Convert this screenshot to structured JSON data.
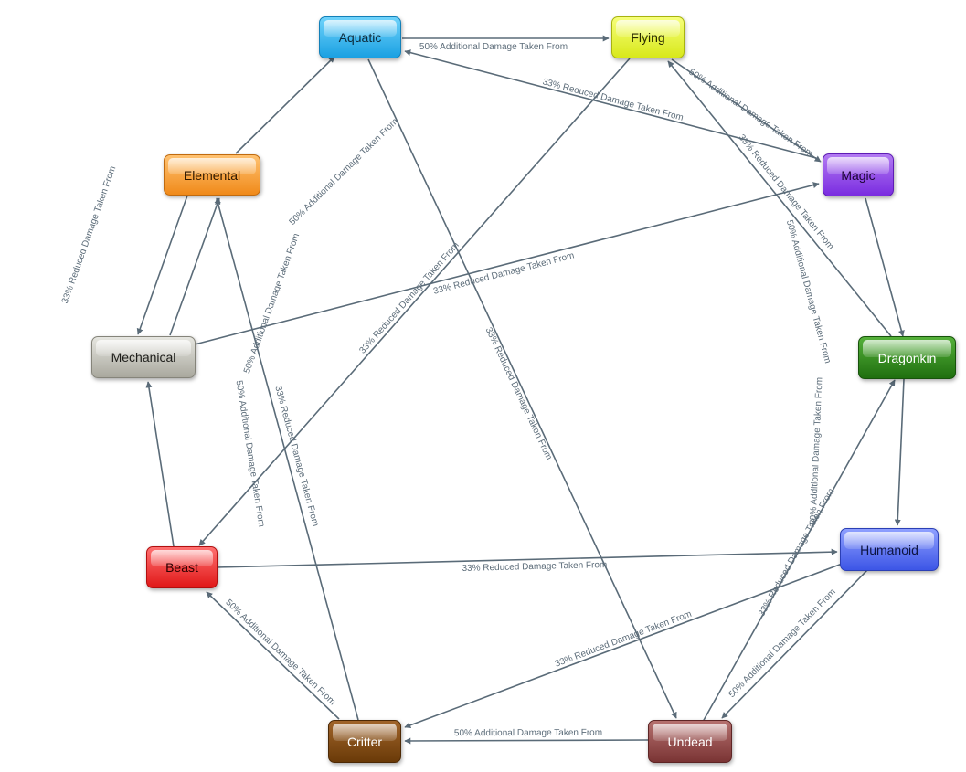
{
  "diagram": {
    "nodes": [
      {
        "id": "aquatic",
        "label": "Aquatic"
      },
      {
        "id": "flying",
        "label": "Flying"
      },
      {
        "id": "elemental",
        "label": "Elemental"
      },
      {
        "id": "magic",
        "label": "Magic"
      },
      {
        "id": "mechanical",
        "label": "Mechanical"
      },
      {
        "id": "dragonkin",
        "label": "Dragonkin"
      },
      {
        "id": "beast",
        "label": "Beast"
      },
      {
        "id": "humanoid",
        "label": "Humanoid"
      },
      {
        "id": "critter",
        "label": "Critter"
      },
      {
        "id": "undead",
        "label": "Undead"
      }
    ],
    "edges": [
      {
        "from": "aquatic",
        "to": "flying",
        "label": "50% Additional Damage Taken From"
      },
      {
        "from": "magic",
        "to": "aquatic",
        "label": "33% Reduced Damage Taken From"
      },
      {
        "from": "flying",
        "to": "magic",
        "label": "50% Additional Damage Taken From"
      },
      {
        "from": "dragonkin",
        "to": "flying",
        "label": "33% Reduced Damage Taken From"
      },
      {
        "from": "elemental",
        "to": "aquatic",
        "label": "50% Additional Damage Taken From"
      },
      {
        "from": "elemental",
        "to": "mechanical",
        "label": "33% Reduced Damage Taken From"
      },
      {
        "from": "mechanical",
        "to": "elemental",
        "label": "50% Additional Damage Taken From"
      },
      {
        "from": "mechanical",
        "to": "magic",
        "label": "33% Reduced Damage Taken From"
      },
      {
        "from": "flying",
        "to": "beast",
        "label": "33% Reduced Damage Taken From"
      },
      {
        "from": "aquatic",
        "to": "undead",
        "label": "33% Reduced Damage Taken From"
      },
      {
        "from": "magic",
        "to": "dragonkin",
        "label": "50% Additional Damage Taken From"
      },
      {
        "from": "dragonkin",
        "to": "humanoid",
        "label": "50% Additional Damage Taken From"
      },
      {
        "from": "beast",
        "to": "mechanical",
        "label": "50% Additional Damage Taken From"
      },
      {
        "from": "critter",
        "to": "elemental",
        "label": "33% Reduced Damage Taken From"
      },
      {
        "from": "beast",
        "to": "humanoid",
        "label": "33% Reduced Damage Taken From"
      },
      {
        "from": "critter",
        "to": "beast",
        "label": "50% Additional Damage Taken From"
      },
      {
        "from": "humanoid",
        "to": "critter",
        "label": "33% Reduced Damage Taken From"
      },
      {
        "from": "undead",
        "to": "dragonkin",
        "label": "33% Reduced Damage Taken From"
      },
      {
        "from": "humanoid",
        "to": "undead",
        "label": "50% Additional Damage Taken From"
      },
      {
        "from": "undead",
        "to": "critter",
        "label": "50% Additional Damage Taken From"
      }
    ]
  },
  "colors": {
    "edge": "#5a6b78",
    "aquatic": "#1aa0e2",
    "flying": "#d8e81a",
    "elemental": "#f08a1a",
    "magic": "#7a2ce0",
    "mechanical": "#a9a89e",
    "dragonkin": "#1f6f0f",
    "beast": "#e01818",
    "humanoid": "#3c55e6",
    "critter": "#6a3a08",
    "undead": "#7a3434"
  }
}
